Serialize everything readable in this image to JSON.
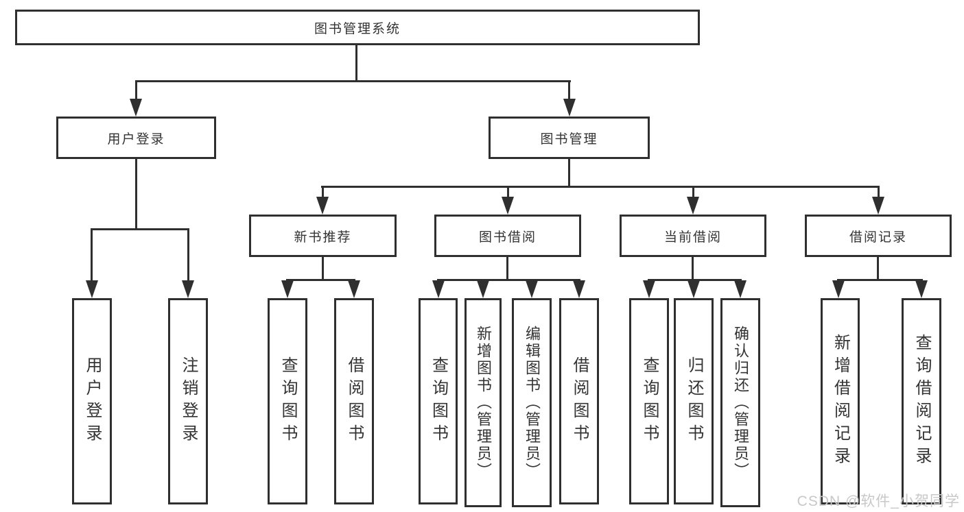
{
  "watermark": {
    "text": "CSDN @软件_小贺同学"
  },
  "colors": {
    "line": "#2f2f2f",
    "text": "#333333",
    "background": "#ffffff",
    "watermark": "#c8c8c8"
  },
  "tree": {
    "root": {
      "label": "图书管理系统"
    },
    "branches": [
      {
        "label": "用户登录",
        "children": [
          "用户登录",
          "注销登录"
        ]
      },
      {
        "label": "图书管理",
        "children": [
          {
            "label": "新书推荐",
            "children": [
              "查询图书",
              "借阅图书"
            ]
          },
          {
            "label": "图书借阅",
            "children": [
              "查询图书",
              "新增图书（管理员）",
              "编辑图书（管理员）",
              "借阅图书"
            ]
          },
          {
            "label": "当前借阅",
            "children": [
              "查询图书",
              "归还图书",
              "确认归还（管理员）"
            ]
          },
          {
            "label": "借阅记录",
            "children": [
              "新增借阅记录",
              "查询借阅记录"
            ]
          }
        ]
      }
    ]
  }
}
